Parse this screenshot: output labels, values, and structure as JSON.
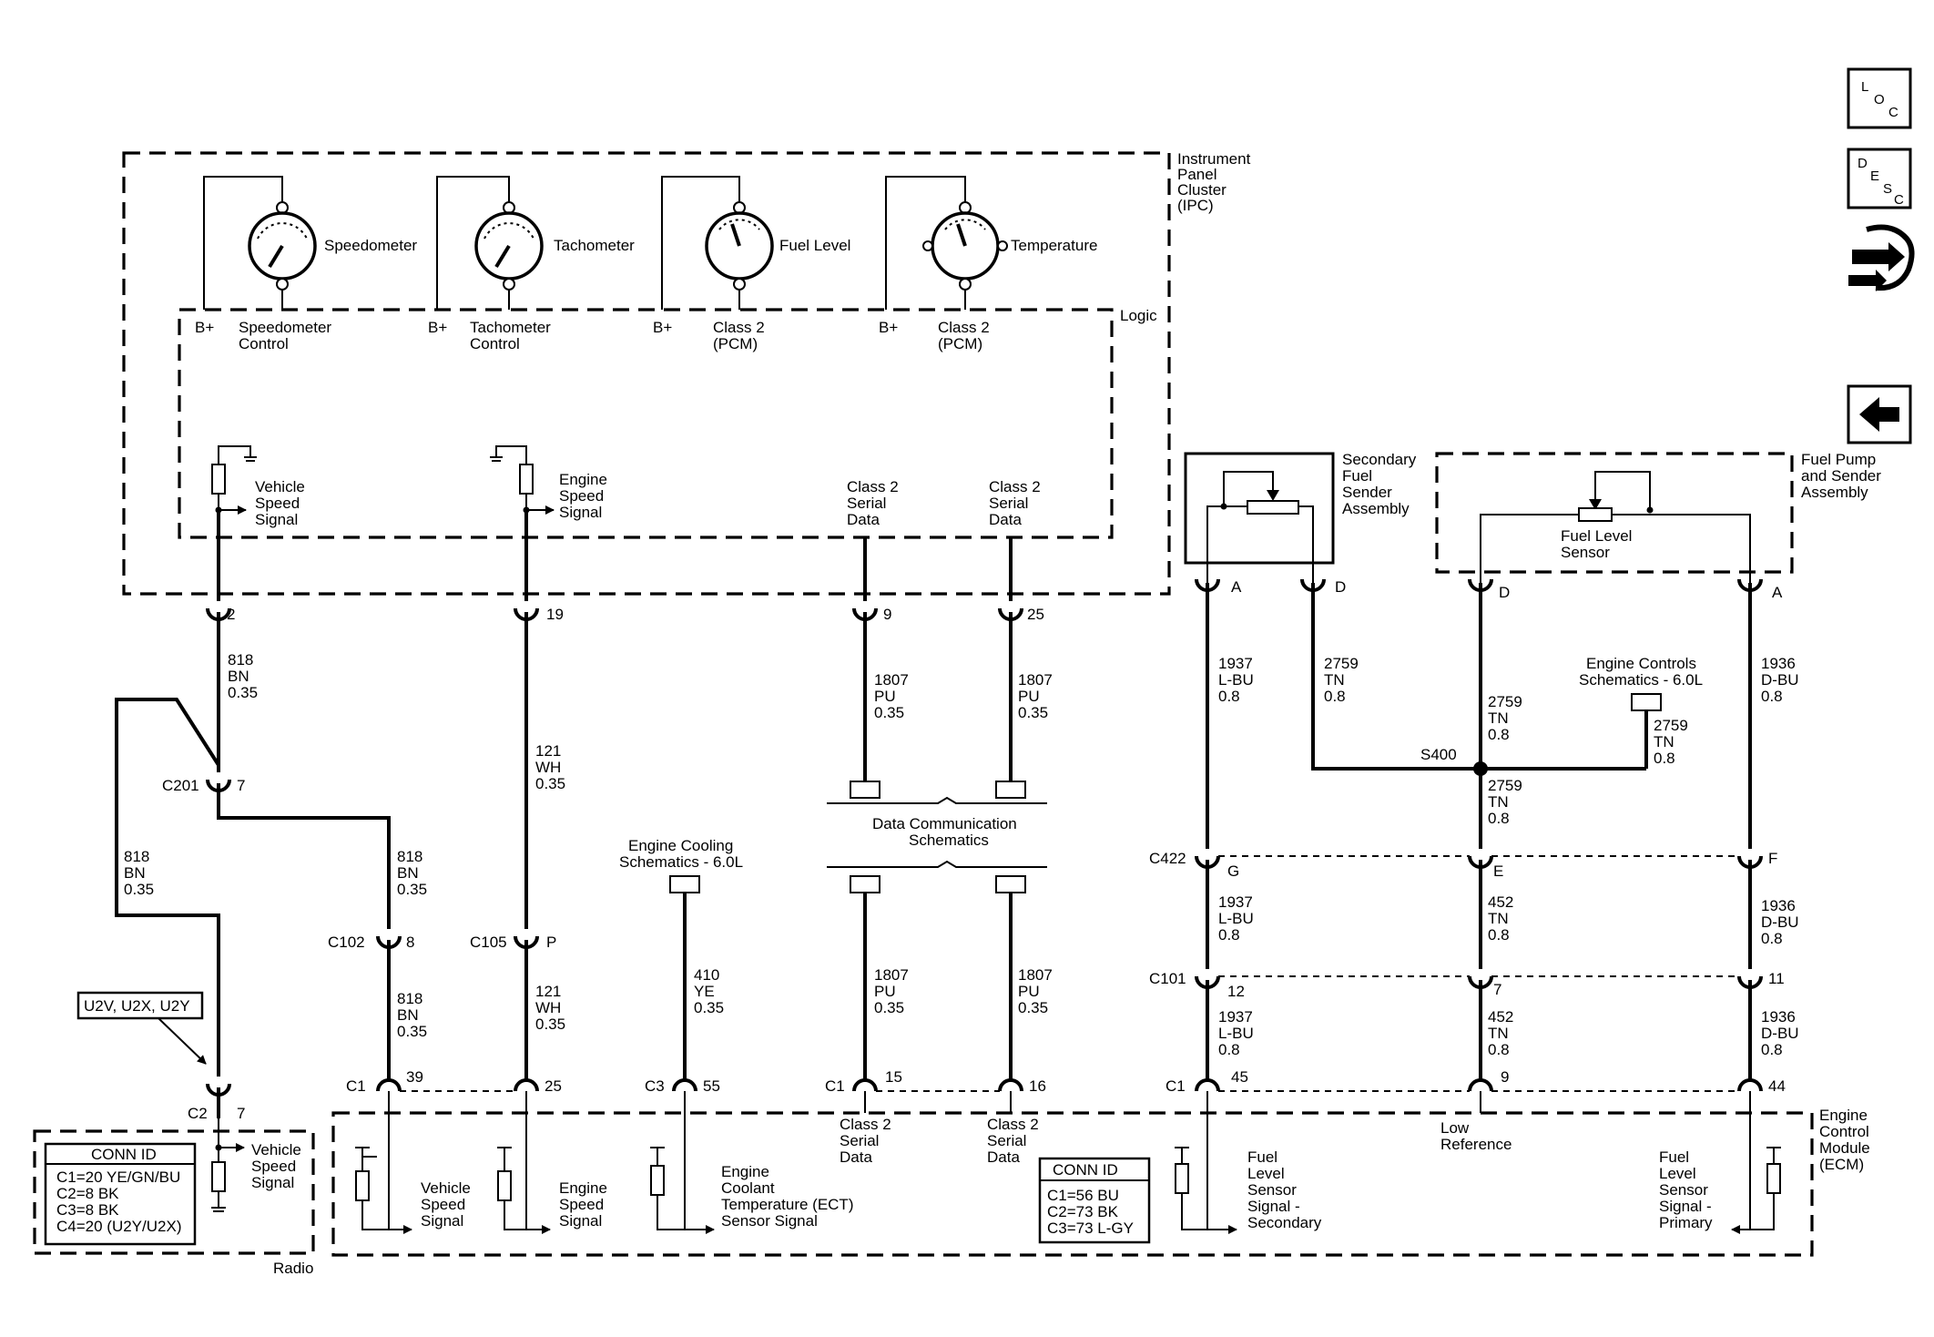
{
  "ipc": {
    "title_lines": [
      "Instrument",
      "Panel",
      "Cluster",
      "(IPC)"
    ],
    "logic_label": "Logic",
    "gauges": [
      {
        "label": "Speedometer"
      },
      {
        "label": "Tachometer"
      },
      {
        "label": "Fuel Level"
      },
      {
        "label": "Temperature"
      }
    ],
    "bplus": "B+",
    "controls": [
      [
        "Speedometer",
        "Control"
      ],
      [
        "Tachometer",
        "Control"
      ],
      [
        "Class 2",
        "(PCM)"
      ],
      [
        "Class 2",
        "(PCM)"
      ]
    ],
    "signals": {
      "vss": [
        "Vehicle",
        "Speed",
        "Signal"
      ],
      "ess": [
        "Engine",
        "Speed",
        "Signal"
      ],
      "serial_a": [
        "Class 2",
        "Serial",
        "Data"
      ],
      "serial_b": [
        "Class 2",
        "Serial",
        "Data"
      ]
    },
    "pins": [
      "2",
      "19",
      "9",
      "25"
    ]
  },
  "wires": {
    "w818a": [
      "818",
      "BN",
      "0.35"
    ],
    "w818b": [
      "818",
      "BN",
      "0.35"
    ],
    "w818c": [
      "818",
      "BN",
      "0.35"
    ],
    "w818d": [
      "818",
      "BN",
      "0.35"
    ],
    "w121a": [
      "121",
      "WH",
      "0.35"
    ],
    "w121b": [
      "121",
      "WH",
      "0.35"
    ],
    "w1807a": [
      "1807",
      "PU",
      "0.35"
    ],
    "w1807b": [
      "1807",
      "PU",
      "0.35"
    ],
    "w1807c": [
      "1807",
      "PU",
      "0.35"
    ],
    "w1807d": [
      "1807",
      "PU",
      "0.35"
    ],
    "w410": [
      "410",
      "YE",
      "0.35"
    ],
    "w1937a": [
      "1937",
      "L-BU",
      "0.8"
    ],
    "w1937b": [
      "1937",
      "L-BU",
      "0.8"
    ],
    "w1937c": [
      "1937",
      "L-BU",
      "0.8"
    ],
    "w2759a": [
      "2759",
      "TN",
      "0.8"
    ],
    "w2759b": [
      "2759",
      "TN",
      "0.8"
    ],
    "w2759c": [
      "2759",
      "TN",
      "0.8"
    ],
    "w2759d": [
      "2759",
      "TN",
      "0.8"
    ],
    "w452a": [
      "452",
      "TN",
      "0.8"
    ],
    "w452b": [
      "452",
      "TN",
      "0.8"
    ],
    "w1936a": [
      "1936",
      "D-BU",
      "0.8"
    ],
    "w1936b": [
      "1936",
      "D-BU",
      "0.8"
    ],
    "w1936c": [
      "1936",
      "D-BU",
      "0.8"
    ]
  },
  "connectors": {
    "c201": "C201",
    "c201_pin": "7",
    "c102": "C102",
    "c102_pin": "8",
    "c105": "C105",
    "c105_pin": "P",
    "c2": "C2",
    "c2_pin": "7",
    "c422": "C422",
    "c101": "C101",
    "c422_pins": [
      "G",
      "E",
      "F"
    ],
    "c101_pins": [
      "12",
      "7",
      "11"
    ],
    "ecm_c1_a": "C1",
    "ecm_c1_a_pins": [
      "39",
      "25"
    ],
    "ecm_c3": "C3",
    "ecm_c3_pin": "55",
    "ecm_c1_b": "C1",
    "ecm_c1_b_pins": [
      "15",
      "16"
    ],
    "ecm_c1_c": "C1",
    "ecm_c1_c_pins": [
      "45",
      "9",
      "44"
    ],
    "s400": "S400"
  },
  "option_tag": "U2V, U2X, U2Y",
  "radio": {
    "label": "Radio",
    "signal": [
      "Vehicle",
      "Speed",
      "Signal"
    ],
    "conn_title": "CONN ID",
    "conn_rows": [
      "C1=20 YE/GN/BU",
      "C2=8 BK",
      "C3=8 BK",
      "C4=20 (U2Y/U2X)"
    ]
  },
  "refs": {
    "engine_cooling": [
      "Engine Cooling",
      "Schematics - 6.0L"
    ],
    "data_comm": [
      "Data Communication",
      "Schematics"
    ],
    "engine_controls": [
      "Engine Controls",
      "Schematics - 6.0L"
    ]
  },
  "secondary_sender": {
    "title": [
      "Secondary",
      "Fuel",
      "Sender",
      "Assembly"
    ],
    "pins": [
      "A",
      "D"
    ]
  },
  "fuel_pump": {
    "title": [
      "Fuel Pump",
      "and Sender",
      "Assembly"
    ],
    "sensor": [
      "Fuel Level",
      "Sensor"
    ],
    "pins": [
      "D",
      "A"
    ]
  },
  "ecm": {
    "title": [
      "Engine",
      "Control",
      "Module",
      "(ECM)"
    ],
    "signals": {
      "vss": [
        "Vehicle",
        "Speed",
        "Signal"
      ],
      "ess": [
        "Engine",
        "Speed",
        "Signal"
      ],
      "ect": [
        "Engine",
        "Coolant",
        "Temperature (ECT)",
        "Sensor Signal"
      ],
      "serial_a": [
        "Class 2",
        "Serial",
        "Data"
      ],
      "serial_b": [
        "Class 2",
        "Serial",
        "Data"
      ],
      "fuel_sec": [
        "Fuel",
        "Level",
        "Sensor",
        "Signal -",
        "Secondary"
      ],
      "low_ref": [
        "Low",
        "Reference"
      ],
      "fuel_pri": [
        "Fuel",
        "Level",
        "Sensor",
        "Signal -",
        "Primary"
      ]
    },
    "conn_title": "CONN ID",
    "conn_rows": [
      "C1=56 BU",
      "C2=73 BK",
      "C3=73 L-GY"
    ]
  },
  "nav": {
    "loc": [
      "L",
      "O",
      "C"
    ],
    "desc": [
      "D",
      "E",
      "S",
      "C"
    ]
  }
}
